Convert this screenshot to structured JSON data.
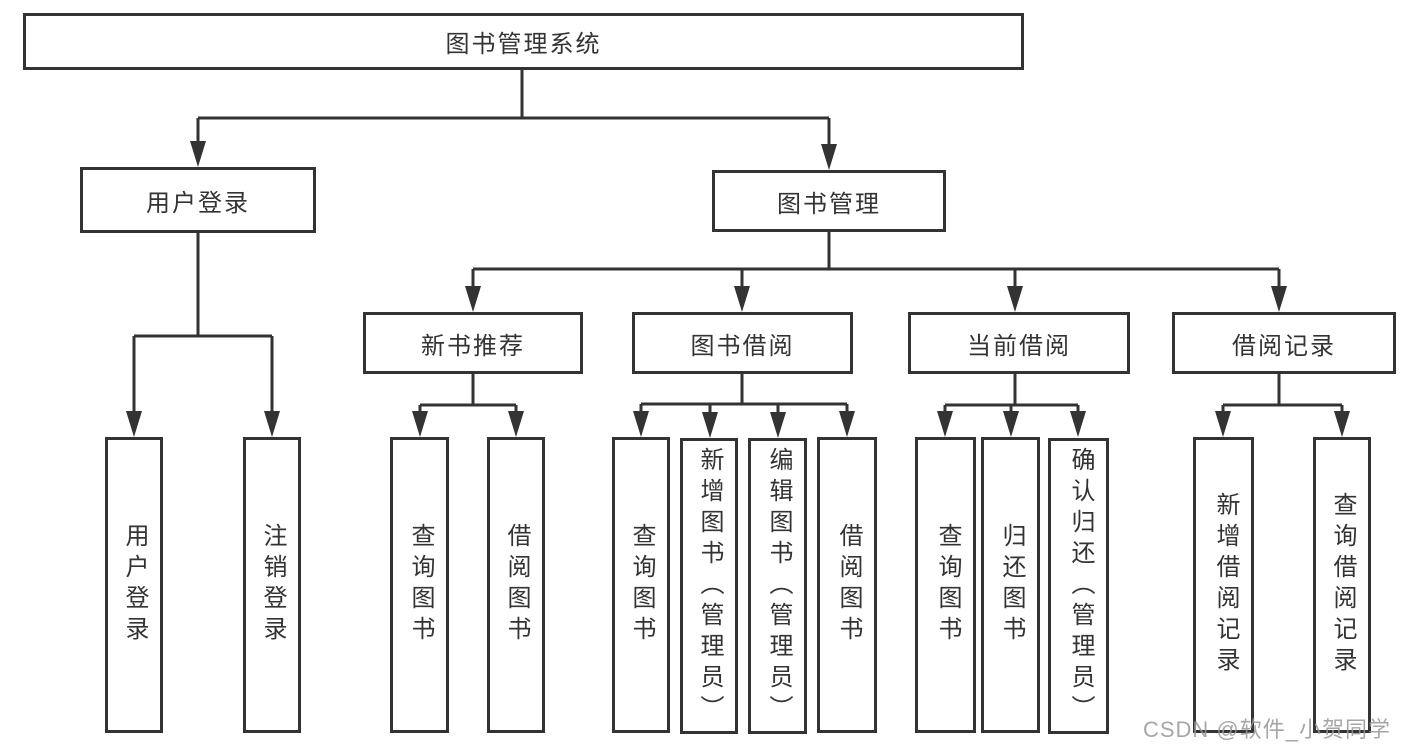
{
  "nodes": {
    "root": "图书管理系统",
    "user_login": "用户登录",
    "book_mgmt": "图书管理",
    "new_book_rec": "新书推荐",
    "book_borrow": "图书借阅",
    "current_borrow": "当前借阅",
    "borrow_records": "借阅记录",
    "login_user": "用户登录",
    "login_logout": "注销登录",
    "rec_query_book": "查询图书",
    "rec_borrow_book": "借阅图书",
    "bb_query_book": "查询图书",
    "bb_add_book": "新增图书（管理员）",
    "bb_edit_book": "编辑图书（管理员）",
    "bb_borrow_book": "借阅图书",
    "cb_query_book": "查询图书",
    "cb_return_book": "归还图书",
    "cb_confirm_return": "确认归还（管理员）",
    "br_add_record": "新增借阅记录",
    "br_query_record": "查询借阅记录"
  },
  "hierarchy": {
    "图书管理系统": {
      "用户登录": [
        "用户登录",
        "注销登录"
      ],
      "图书管理": {
        "新书推荐": [
          "查询图书",
          "借阅图书"
        ],
        "图书借阅": [
          "查询图书",
          "新增图书（管理员）",
          "编辑图书（管理员）",
          "借阅图书"
        ],
        "当前借阅": [
          "查询图书",
          "归还图书",
          "确认归还（管理员）"
        ],
        "借阅记录": [
          "新增借阅记录",
          "查询借阅记录"
        ]
      }
    }
  },
  "watermark": "CSDN @软件_小贺同学",
  "colors": {
    "line": "#333333",
    "text": "#333333",
    "background": "#ffffff",
    "watermark": "#969696"
  }
}
